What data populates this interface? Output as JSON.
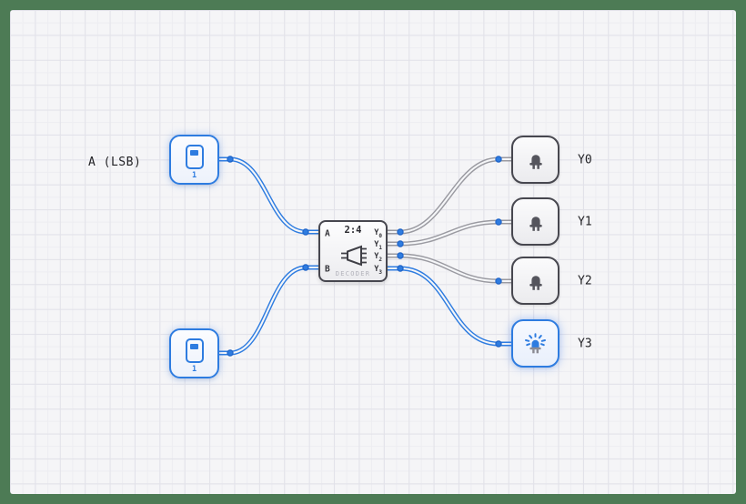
{
  "colors": {
    "accent": "#2e7ce0",
    "wire_off": "#9a9aa1",
    "frame_green": "#4d7b55",
    "canvas_bg": "#f5f5f7",
    "component_border": "#47474f",
    "text_dark": "#222226",
    "text_muted": "#b2b2bb",
    "led_off_glyph": "#55555d"
  },
  "annotation": {
    "input_a_label": "A (LSB)"
  },
  "switches": [
    {
      "name": "switch-a",
      "value": "1",
      "state": "on"
    },
    {
      "name": "switch-b",
      "value": "1",
      "state": "on"
    }
  ],
  "decoder": {
    "title": "2:4",
    "label": "DECODER",
    "inputs": [
      {
        "label": "A"
      },
      {
        "label": "B"
      }
    ],
    "outputs": [
      {
        "base": "Y",
        "sub": "0"
      },
      {
        "base": "Y",
        "sub": "1"
      },
      {
        "base": "Y",
        "sub": "2"
      },
      {
        "base": "Y",
        "sub": "3"
      }
    ]
  },
  "leds": [
    {
      "label": "Y0",
      "state": "off"
    },
    {
      "label": "Y1",
      "state": "off"
    },
    {
      "label": "Y2",
      "state": "off"
    },
    {
      "label": "Y3",
      "state": "on"
    }
  ]
}
